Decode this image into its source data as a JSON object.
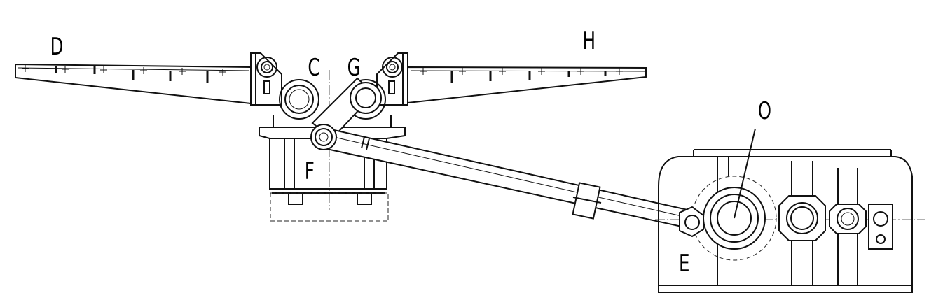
{
  "labels": {
    "D": "D",
    "C": "C",
    "G": "G",
    "H": "H",
    "O": "O",
    "F": "F",
    "E": "E"
  }
}
